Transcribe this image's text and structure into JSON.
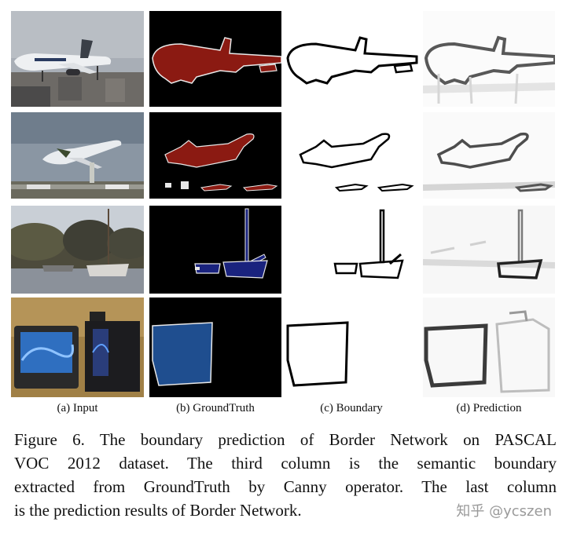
{
  "figure": {
    "column_labels": [
      "(a) Input",
      "(b) GroundTruth",
      "(c) Boundary",
      "(d) Prediction"
    ],
    "caption_lines": [
      "Figure 6. The boundary prediction of Border Network on PASCAL",
      "VOC 2012 dataset.  The third column is the semantic boundary",
      "extracted from GroundTruth by Canny operator.  The last column",
      "is the prediction results of Border Network."
    ],
    "watermark": "知乎 @ycszen"
  },
  "colors": {
    "plane_mask": "#8b1a12",
    "boat_mask": "#1a237e",
    "monitor_mask": "#1f4e8f",
    "mask_border": "#e8e8e8",
    "background_mask": "#000000"
  }
}
